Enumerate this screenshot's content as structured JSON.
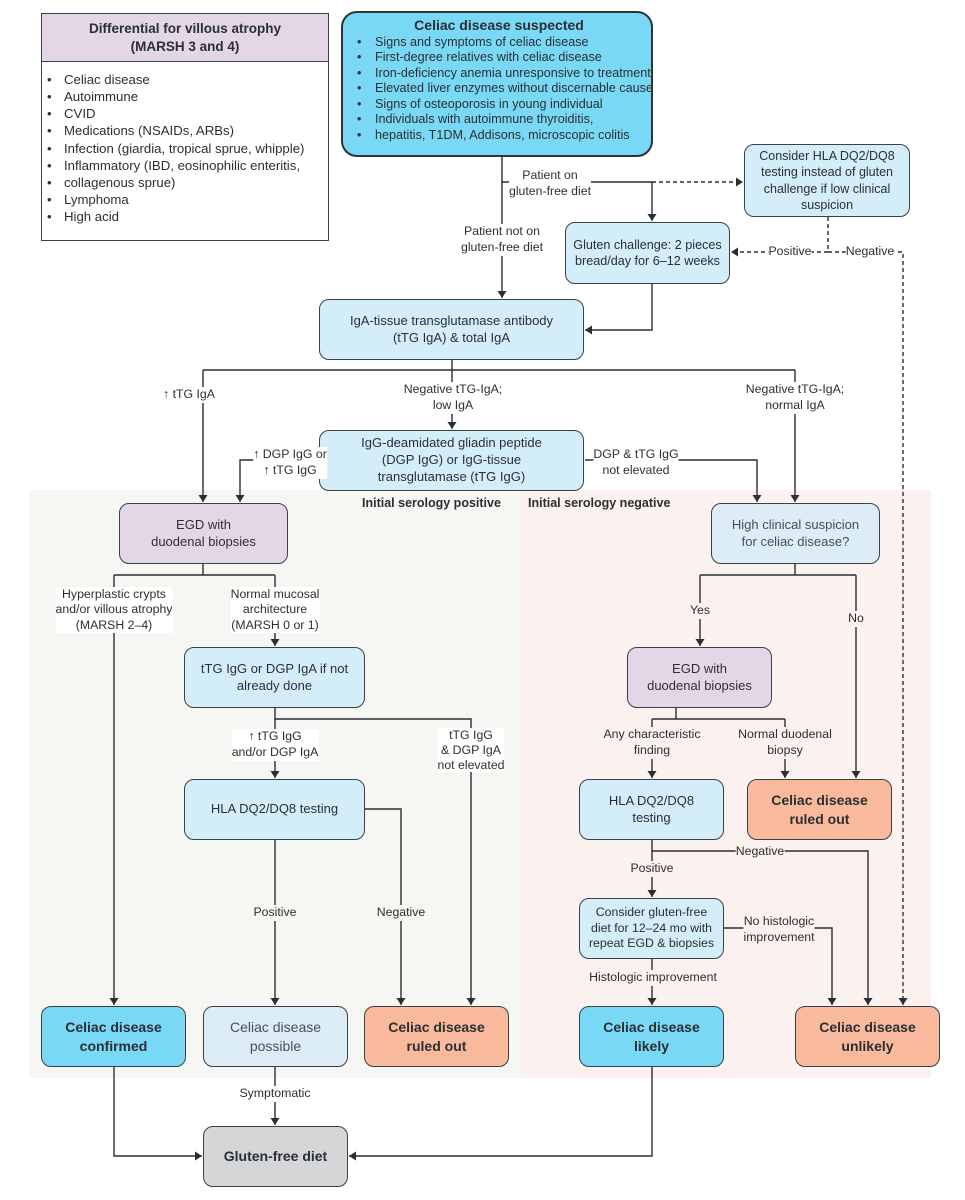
{
  "differential": {
    "title_line1": "Differential for villous atrophy",
    "title_line2": "(MARSH 3 and 4)",
    "items": [
      "Celiac disease",
      "Autoimmune",
      "CVID",
      "Medications (NSAIDs, ARBs)",
      "Infection (giardia, tropical sprue, whipple)",
      "Inflammatory (IBD, eosinophilic enteritis,",
      "collagenous sprue)",
      "Lymphoma",
      "High acid"
    ]
  },
  "suspected": {
    "title": "Celiac disease suspected",
    "items": [
      "Signs and symptoms of celiac disease",
      "First-degree relatives with celiac disease",
      "Iron-deficiency anemia unresponsive to treatment",
      "Elevated liver enzymes without discernable cause",
      "Signs of osteoporosis in young individual",
      "Individuals with autoimmune thyroiditis,",
      "hepatitis, T1DM, Addisons, microscopic colitis"
    ]
  },
  "nodes": {
    "hla_consider": [
      "Consider HLA DQ2/DQ8",
      "testing instead of gluten",
      "challenge if low clinical",
      "suspicion"
    ],
    "gluten_challenge": [
      "Gluten challenge: 2 pieces",
      "bread/day for 6–12 weeks"
    ],
    "ttg_iga": [
      "IgA-tissue transglutamase antibody",
      "(tTG IgA) & total IgA"
    ],
    "dgp_igg": [
      "IgG-deamidated gliadin peptide",
      "(DGP IgG) or IgG-tissue",
      "transglutamase (tTG IgG)"
    ],
    "egd_left": [
      "EGD with",
      "duodenal biopsies"
    ],
    "ttg_igg_dgp": [
      "tTG IgG or DGP IgA if not",
      "already done"
    ],
    "hla_left": [
      "HLA DQ2/DQ8 testing"
    ],
    "high_suspicion": [
      "High clinical suspicion",
      "for celiac disease?"
    ],
    "egd_right": [
      "EGD with",
      "duodenal biopsies"
    ],
    "hla_right": [
      "HLA DQ2/DQ8",
      "testing"
    ],
    "ruled_out_right": [
      "Celiac disease",
      "ruled out"
    ],
    "gfd_consider": [
      "Consider gluten-free",
      "diet for 12–24 mo with",
      "repeat EGD & biopsies"
    ],
    "confirmed": [
      "Celiac disease",
      "confirmed"
    ],
    "possible": [
      "Celiac disease",
      "possible"
    ],
    "ruled_out_left": [
      "Celiac disease",
      "ruled out"
    ],
    "likely": [
      "Celiac disease",
      "likely"
    ],
    "unlikely": [
      "Celiac disease",
      "unlikely"
    ],
    "gluten_free_diet": [
      "Gluten-free diet"
    ]
  },
  "regions": {
    "positive": "Initial serology positive",
    "negative": "Initial serology negative"
  },
  "edge_labels": {
    "on_gfd": [
      "Patient on",
      "gluten-free diet"
    ],
    "not_on_gfd": [
      "Patient not on",
      "gluten-free diet"
    ],
    "positive_dashed": "Positive",
    "negative_dashed": "Negative",
    "ttg_up": "↑ tTG IgA",
    "neg_low_iga": [
      "Negative tTG-IgA;",
      "low IgA"
    ],
    "neg_normal_iga": [
      "Negative tTG-IgA;",
      "normal IgA"
    ],
    "dgp_up": [
      "↑ DGP IgG or",
      "↑ tTG IgG"
    ],
    "dgp_not_elevated": [
      "DGP & tTG IgG",
      "not elevated"
    ],
    "hyperplastic": [
      "Hyperplastic crypts",
      "and/or villous atrophy",
      "(MARSH 2–4)"
    ],
    "normal_mucosal": [
      "Normal mucosal",
      "architecture",
      "(MARSH 0 or 1)"
    ],
    "ttg_igg_up": [
      "↑ tTG IgG",
      "and/or DGP IgA"
    ],
    "ttg_igg_not_elevated": [
      "tTG IgG",
      "& DGP IgA",
      "not elevated"
    ],
    "hla_left_positive": "Positive",
    "hla_left_negative": "Negative",
    "yes": "Yes",
    "no": "No",
    "any_finding": [
      "Any characteristic",
      "finding"
    ],
    "normal_biopsy": [
      "Normal duodenal",
      "biopsy"
    ],
    "hla_right_negative": "Negative",
    "hla_right_positive": "Positive",
    "no_histologic": [
      "No histologic",
      "improvement"
    ],
    "histologic": "Histologic improvement",
    "symptomatic": "Symptomatic"
  },
  "colors": {
    "box_light_blue": "#d3eef9",
    "box_strong_blue": "#79d8f5",
    "box_purple": "#e3d6e6",
    "box_salmon": "#f8b99c",
    "box_grey": "#d4d6d8",
    "region_positive": "#f6f7f3",
    "region_negative": "#fbf1ee",
    "line": "#2b2f33"
  }
}
